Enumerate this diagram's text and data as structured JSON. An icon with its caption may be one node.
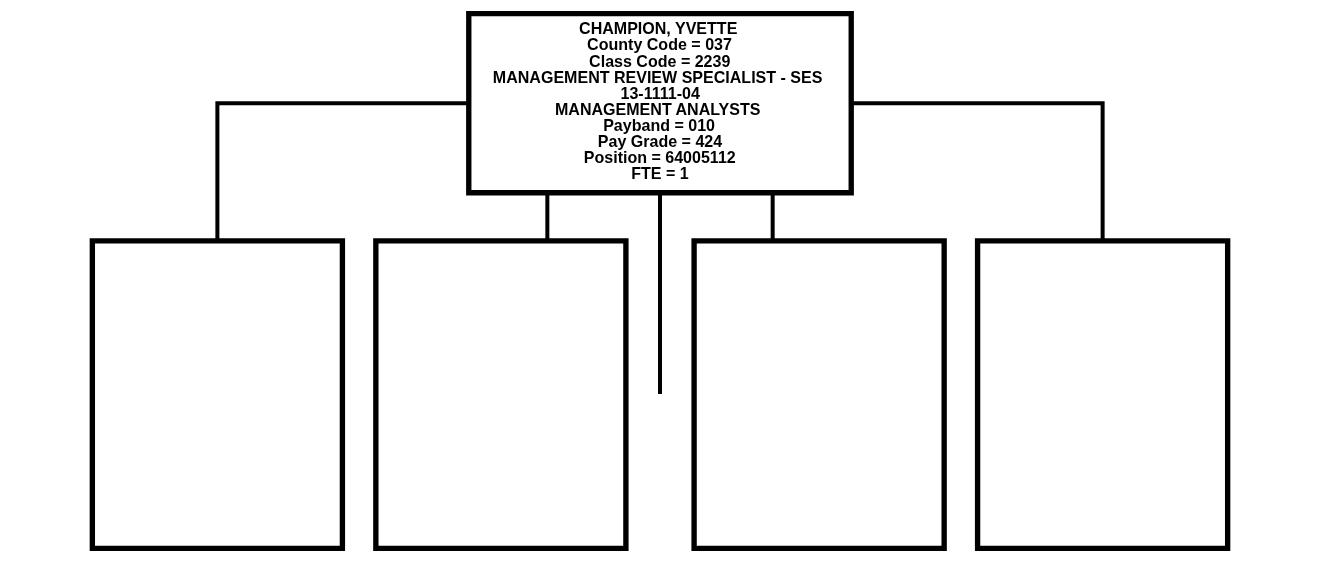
{
  "diagram": {
    "nodes": [
      {
        "text": [
          "CHAMPION, YVETTE",
          "County Code = 037",
          "Class Code = 2239",
          "MANAGEMENT REVIEW SPECIALIST - SES",
          "13-1111-04",
          "MANAGEMENT ANALYSTS",
          "Payband = 010",
          "Pay Grade = 424",
          "Position = 64005112",
          "FTE = 1"
        ]
      },
      {
        "text": [],
        "shape": "box"
      },
      {
        "text": [],
        "shape": "box"
      },
      {
        "text": [],
        "shape": "box"
      },
      {
        "text": [],
        "shape": "box"
      }
    ],
    "edges": [
      {
        "from": 0,
        "to": 1,
        "arrow": "none"
      },
      {
        "from": 0,
        "to": 2,
        "arrow": "none"
      },
      {
        "from": 0,
        "to": null,
        "arrow": "none"
      },
      {
        "from": 0,
        "to": 3,
        "arrow": "none"
      },
      {
        "from": 0,
        "to": 4,
        "arrow": "none"
      }
    ]
  }
}
